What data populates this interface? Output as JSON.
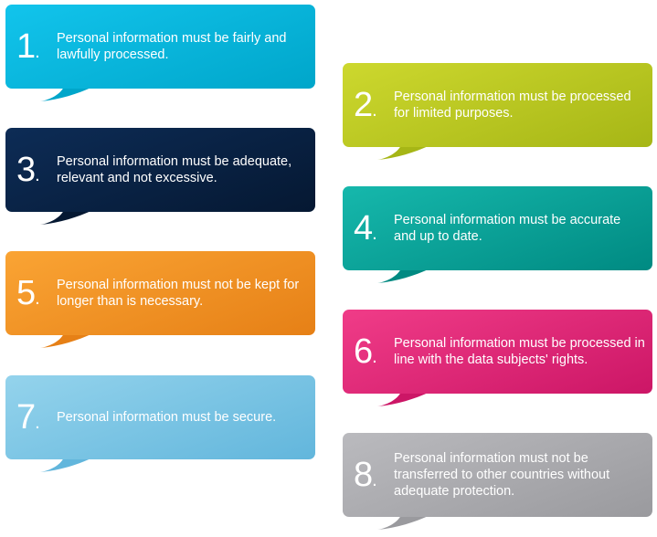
{
  "principles": [
    {
      "number": "1",
      "text": "Personal information must be fairly and lawfully processed.",
      "color_start": "#12c4ec",
      "color_end": "#00a6ca"
    },
    {
      "number": "2",
      "text": "Personal information must be processed for limited purposes.",
      "color_start": "#cdd82e",
      "color_end": "#a6b616"
    },
    {
      "number": "3",
      "text": "Personal information must be adequate, relevant and not excessive.",
      "color_start": "#0d2c56",
      "color_end": "#051832"
    },
    {
      "number": "4",
      "text": "Personal information must be accurate and up to date.",
      "color_start": "#16b8ac",
      "color_end": "#008a82"
    },
    {
      "number": "5",
      "text": "Personal information must not be kept for longer than is necessary.",
      "color_start": "#faa434",
      "color_end": "#e68016"
    },
    {
      "number": "6",
      "text": "Personal information must be processed in line with the data subjects' rights.",
      "color_start": "#f03c88",
      "color_end": "#cc1666"
    },
    {
      "number": "7",
      "text": "Personal information must be secure.",
      "color_start": "#94d3ec",
      "color_end": "#62b6dc"
    },
    {
      "number": "8",
      "text": "Personal information must not be transferred to other countries without adequate protection.",
      "color_start": "#bababe",
      "color_end": "#9a9a9e"
    }
  ]
}
